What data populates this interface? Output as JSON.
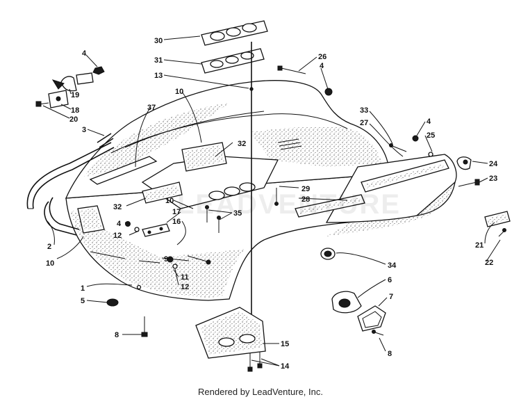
{
  "diagram": {
    "callouts": [
      {
        "id": "c30",
        "text": "30"
      },
      {
        "id": "c31",
        "text": "31"
      },
      {
        "id": "c13",
        "text": "13"
      },
      {
        "id": "c10a",
        "text": "10"
      },
      {
        "id": "c37",
        "text": "37"
      },
      {
        "id": "c32a",
        "text": "32"
      },
      {
        "id": "c32b",
        "text": "32"
      },
      {
        "id": "c10b",
        "text": "10"
      },
      {
        "id": "c17",
        "text": "17"
      },
      {
        "id": "c16",
        "text": "16"
      },
      {
        "id": "c12a",
        "text": "12"
      },
      {
        "id": "c4c",
        "text": "4"
      },
      {
        "id": "c10c",
        "text": "10"
      },
      {
        "id": "c9",
        "text": "9"
      },
      {
        "id": "c11",
        "text": "11"
      },
      {
        "id": "c12b",
        "text": "12"
      },
      {
        "id": "c1",
        "text": "1"
      },
      {
        "id": "c5",
        "text": "5"
      },
      {
        "id": "c8a",
        "text": "8"
      },
      {
        "id": "c2",
        "text": "2"
      },
      {
        "id": "c3",
        "text": "3"
      },
      {
        "id": "c20",
        "text": "20"
      },
      {
        "id": "c18",
        "text": "18"
      },
      {
        "id": "c19",
        "text": "19"
      },
      {
        "id": "c4a",
        "text": "4"
      },
      {
        "id": "c26",
        "text": "26"
      },
      {
        "id": "c4b",
        "text": "4"
      },
      {
        "id": "c33",
        "text": "33"
      },
      {
        "id": "c27",
        "text": "27"
      },
      {
        "id": "c4d",
        "text": "4"
      },
      {
        "id": "c25",
        "text": "25"
      },
      {
        "id": "c24",
        "text": "24"
      },
      {
        "id": "c23",
        "text": "23"
      },
      {
        "id": "c29",
        "text": "29"
      },
      {
        "id": "c28",
        "text": "28"
      },
      {
        "id": "c35",
        "text": "35"
      },
      {
        "id": "c34",
        "text": "34"
      },
      {
        "id": "c21",
        "text": "21"
      },
      {
        "id": "c22",
        "text": "22"
      },
      {
        "id": "c6",
        "text": "6"
      },
      {
        "id": "c7",
        "text": "7"
      },
      {
        "id": "c8b",
        "text": "8"
      },
      {
        "id": "c15",
        "text": "15"
      },
      {
        "id": "c14",
        "text": "14"
      }
    ],
    "watermark": "LEADVENTURE",
    "footer": "Rendered by LeadVenture, Inc."
  }
}
